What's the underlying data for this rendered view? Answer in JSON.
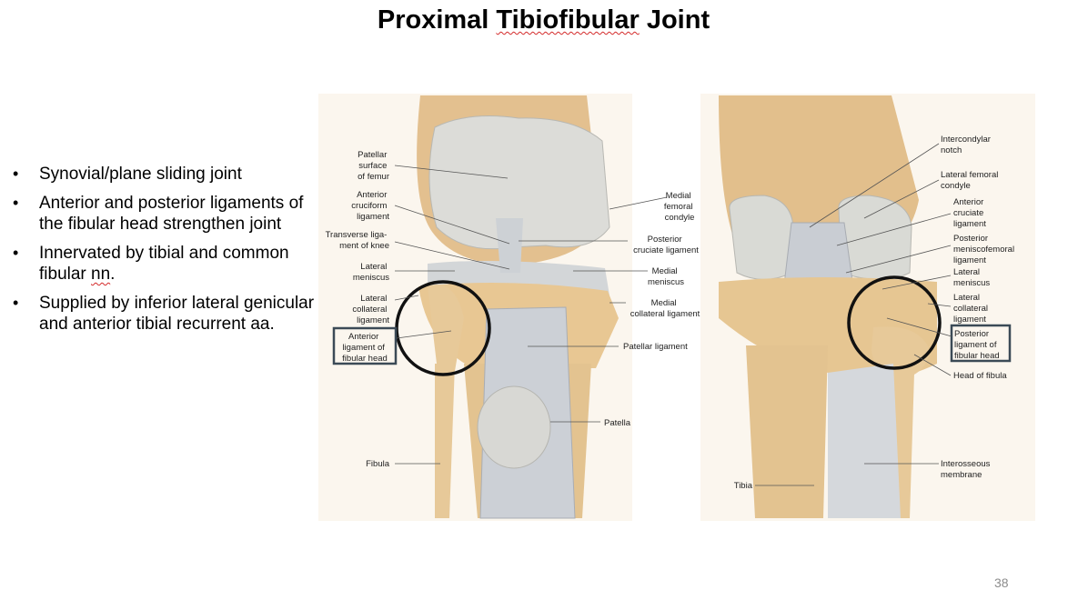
{
  "slide": {
    "title_part1": "Proximal ",
    "title_part2": "Tibiofibular",
    "title_part3": " Joint",
    "page_number": "38"
  },
  "bullets": [
    {
      "text": "Synovial/plane sliding joint"
    },
    {
      "text": "Anterior and posterior ligaments of the fibular head strengthen joint"
    },
    {
      "text_before": "Innervated by tibial and common fibular ",
      "text_marked": "nn",
      "text_after": "."
    },
    {
      "text": "Supplied by inferior lateral genicular and anterior tibial recurrent aa."
    }
  ],
  "figure": {
    "anterior_labels": {
      "patellar_surface": [
        "Patellar",
        "surface",
        "of femur"
      ],
      "anterior_cruciform": [
        "Anterior",
        "cruciform",
        "ligament"
      ],
      "transverse": [
        "Transverse liga-",
        "ment of knee"
      ],
      "lateral_meniscus": [
        "Lateral",
        "meniscus"
      ],
      "lateral_collateral": [
        "Lateral",
        "collateral",
        "ligament"
      ],
      "anterior_fibular_head": [
        "Anterior",
        "ligament of",
        "fibular head"
      ],
      "fibula": [
        "Fibula"
      ],
      "medial_condyle": [
        "Medial",
        "femoral",
        "condyle"
      ],
      "posterior_cruciate": [
        "Posterior",
        "cruciate ligament"
      ],
      "medial_meniscus": [
        "Medial",
        "meniscus"
      ],
      "medial_collateral": [
        "Medial",
        "collateral ligament"
      ],
      "patellar_ligament": [
        "Patellar ligament"
      ],
      "patella": [
        "Patella"
      ]
    },
    "posterior_labels": {
      "intercondylar": [
        "Intercondylar",
        "notch"
      ],
      "lateral_femoral": [
        "Lateral femoral",
        "condyle"
      ],
      "anterior_cruciate": [
        "Anterior",
        "cruciate",
        "ligament"
      ],
      "posterior_meniscofemoral": [
        "Posterior",
        "meniscofemoral",
        "ligament"
      ],
      "lateral_meniscus": [
        "Lateral",
        "meniscus"
      ],
      "lateral_collateral": [
        "Lateral",
        "collateral",
        "ligament"
      ],
      "posterior_fibular_head": [
        "Posterior",
        "ligament of",
        "fibular head"
      ],
      "head_of_fibula": [
        "Head of fibula"
      ],
      "interosseous": [
        "Interosseous",
        "membrane"
      ],
      "tibia": [
        "Tibia"
      ]
    }
  }
}
